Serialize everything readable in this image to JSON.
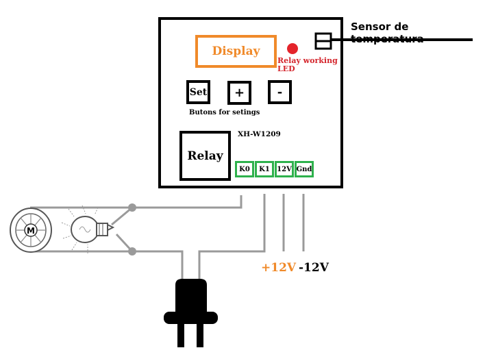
{
  "module": {
    "display_label": "Display",
    "led_label_line1": "Relay working",
    "led_label_line2": "LED",
    "buttons": {
      "set": "Set",
      "plus": "+",
      "minus": "-"
    },
    "buttons_label": "Butons for setings",
    "relay_label": "Relay",
    "model": "XH-W1209",
    "terminals": [
      "K0",
      "K1",
      "12V",
      "Gnd"
    ]
  },
  "sensor_label": "Sensor de temperatura",
  "supply": {
    "plus": "+12V",
    "minus": "-12V"
  },
  "colors": {
    "display": "#f08a2a",
    "led": "#e4242b",
    "terminal": "#2eb14c",
    "wire": "#9a9a9a",
    "plus_label": "#f08a2a"
  },
  "icons": {
    "motor": "motor-icon",
    "bulb": "light-bulb-icon",
    "plug": "power-plug-icon",
    "sensor": "temperature-sensor-icon"
  }
}
